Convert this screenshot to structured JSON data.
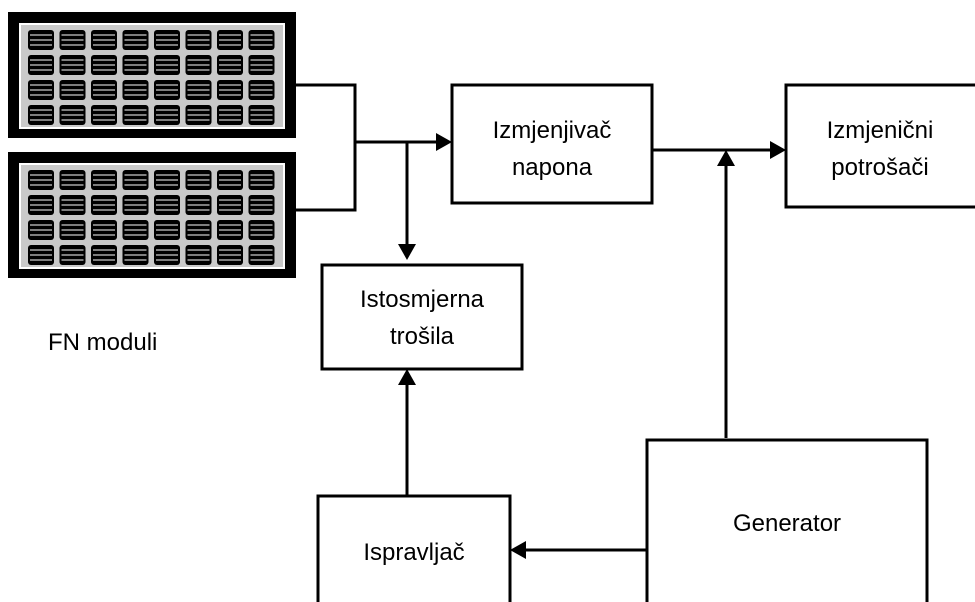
{
  "diagram": {
    "panels_label": "FN moduli",
    "inverter": {
      "line1": "Izmjenjivač",
      "line2": "napona"
    },
    "ac_loads": {
      "line1": "Izmjenični",
      "line2": "potrošači"
    },
    "dc_loads": {
      "line1": "Istosmjerna",
      "line2": "trošila"
    },
    "generator": "Generator",
    "rectifier": "Ispravljač"
  }
}
